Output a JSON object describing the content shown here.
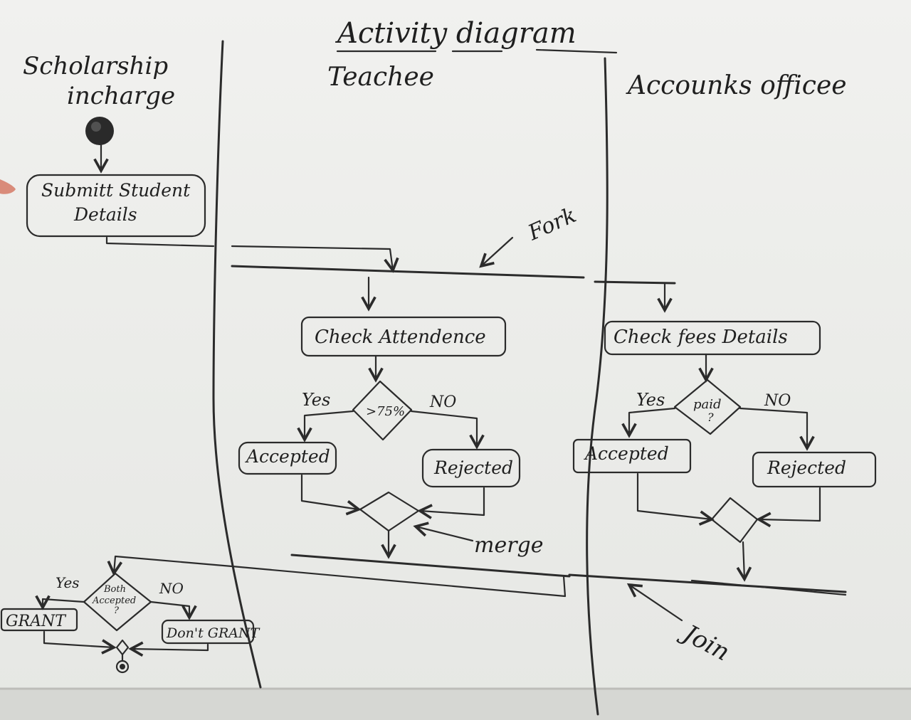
{
  "title": "Activity diagram",
  "lanes": {
    "scholarship": "Scholarship\nincharge",
    "teacher": "Teachee",
    "accounts": "Accounks officee"
  },
  "nodes": {
    "submit": [
      "Submitt Student",
      "Details"
    ],
    "check_attendance": "Check Attendence",
    "attendance_cond": ">75%",
    "att_yes": "Yes",
    "att_no": "NO",
    "att_accepted": "Accepted",
    "att_rejected": "Rejected",
    "check_fees": "Check fees Details",
    "fees_cond": [
      "paid",
      "?"
    ],
    "fees_yes": "Yes",
    "fees_no": "NO",
    "fees_accepted": "Accepted",
    "fees_rejected": "Rejected",
    "final_cond": [
      "Both",
      "Accepted",
      "?"
    ],
    "final_yes": "Yes",
    "final_no": "NO",
    "grant": "GRANT",
    "dont_grant": "Don't GRANT"
  },
  "annotations": {
    "fork": "Fork",
    "merge": "merge",
    "join": "Join"
  }
}
